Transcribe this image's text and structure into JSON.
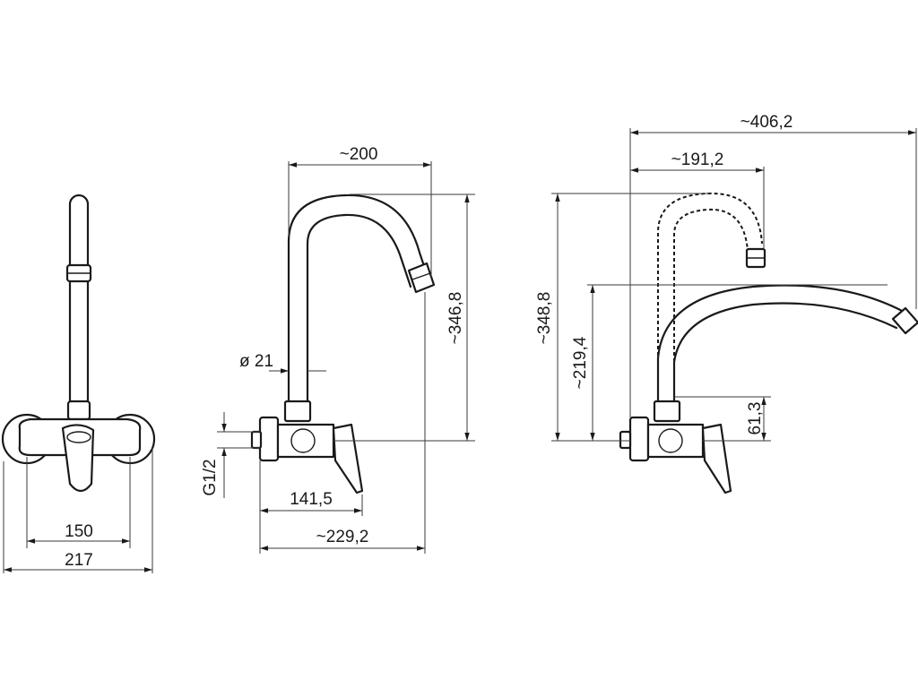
{
  "drawing": {
    "front_view": {
      "dim_inner_width": "150",
      "dim_outer_width": "217"
    },
    "side_view_tube_spout": {
      "dim_spout_reach": "~200",
      "dim_height": "~346,8",
      "dim_tube_diameter": "ø 21",
      "dim_thread": "G1/2",
      "dim_body_depth": "141,5",
      "dim_total_depth": "~229,2"
    },
    "side_view_swivel_spout": {
      "dim_max_reach": "~406,2",
      "dim_reach_short": "~191,2",
      "dim_max_height": "~348,8",
      "dim_low_spout_height": "~219,4",
      "dim_outlet_height": "61,3"
    }
  }
}
